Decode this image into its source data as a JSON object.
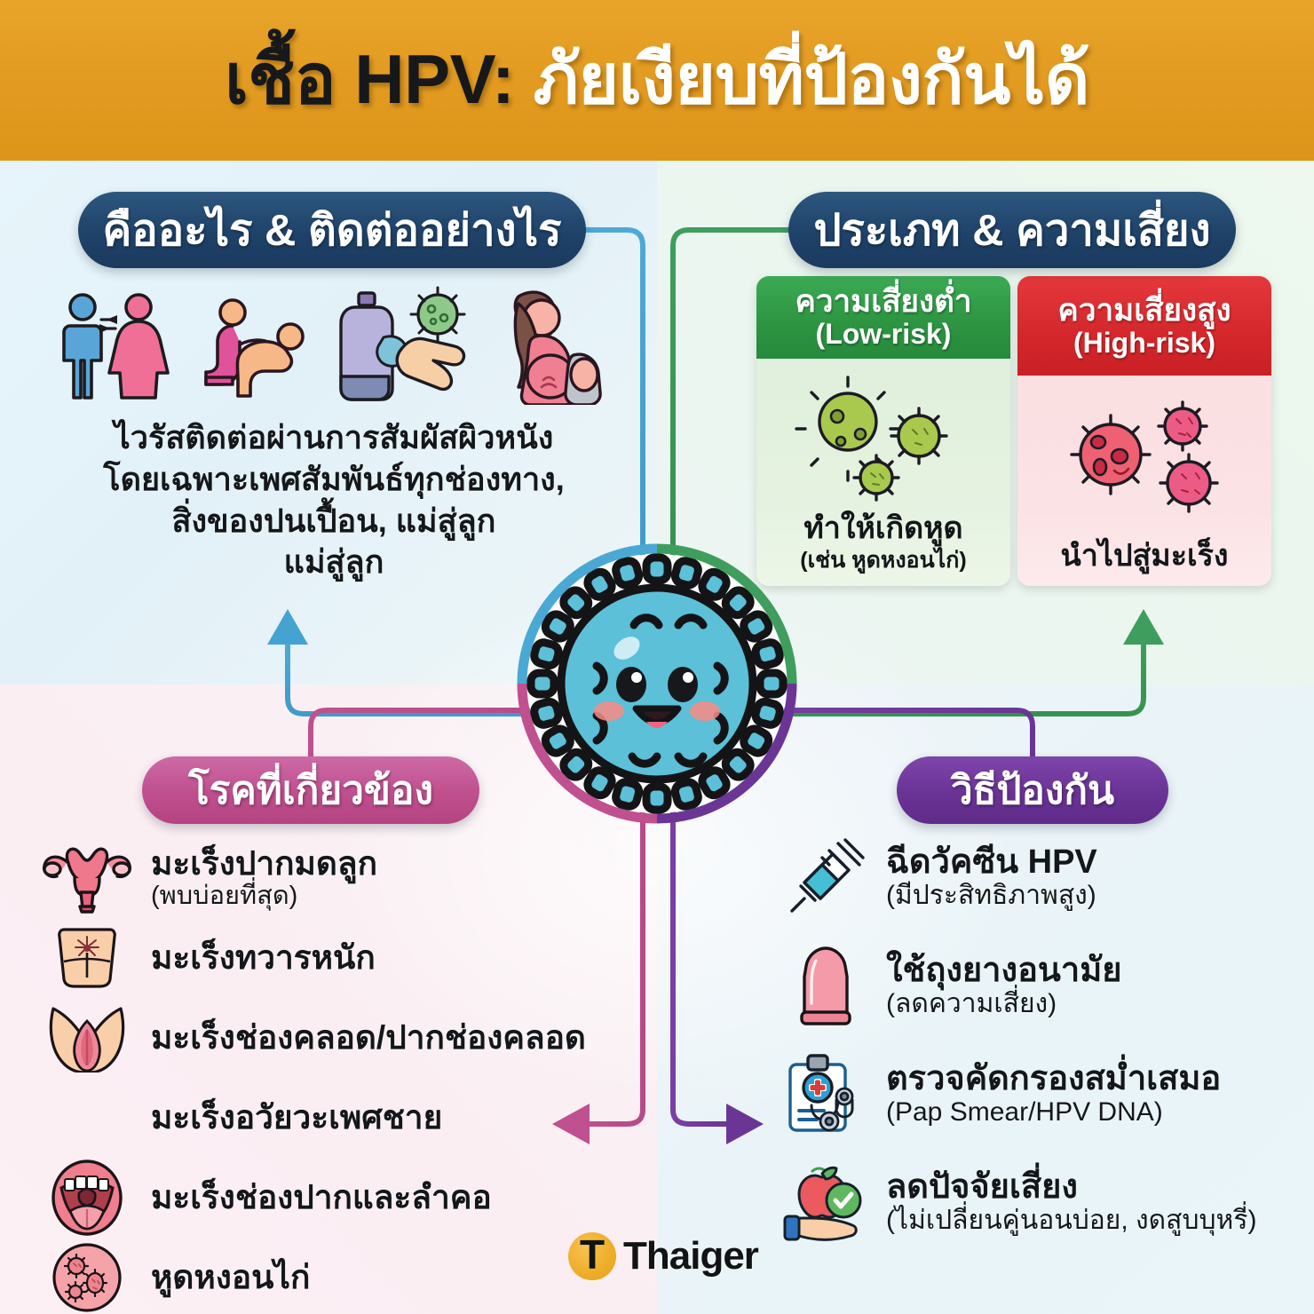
{
  "header": {
    "title_black": "เชื้อ HPV:",
    "title_white": "ภัยเงียบที่ป้องกันได้",
    "bg_color": "#e29a20"
  },
  "center": {
    "mascot": "hpv-virus-mascot",
    "ring_colors": [
      "#4aa8d4",
      "#3f9e5d",
      "#c0508f",
      "#6b3596"
    ]
  },
  "sections": {
    "transmission": {
      "pill_label": "คืออะไร & ติดต่ออย่างไร",
      "pill_color": "#1f4269",
      "icons": [
        "couple-transmission-icon",
        "sexual-contact-icon",
        "contaminated-object-hand-icon",
        "mother-to-child-icon"
      ],
      "body_lines": [
        "ไวรัสติดต่อผ่านการสัมผัสผิวหนัง",
        "โดยเฉพาะเพศสัมพันธ์ทุกช่องทาง,",
        "สิ่งของปนเปื้อน, แม่สู่ลูก",
        "แม่สู่ลูก"
      ]
    },
    "types_risk": {
      "pill_label": "ประเภท & ความเสี่ยง",
      "pill_color": "#1f4269",
      "cards": [
        {
          "title_th": "ความเสี่ยงต่ำ",
          "title_en": "(Low-risk)",
          "head_color": "#2c9441",
          "body_color": "#e2f1de",
          "germ_color": "#a8c94e",
          "caption_main": "ทำให้เกิดหูด",
          "caption_sub": "(เช่น หูดหงอนไก่)"
        },
        {
          "title_th": "ความเสี่ยงสูง",
          "title_en": "(High-risk)",
          "head_color": "#d4272b",
          "body_color": "#fbe2e4",
          "germ_color": "#e0556a",
          "caption_main": "นำไปสู่มะเร็ง",
          "caption_sub": ""
        }
      ]
    },
    "related_diseases": {
      "pill_label": "โรคที่เกี่ยวข้อง",
      "pill_color": "#bf4f8e",
      "items": [
        {
          "icon": "uterus-icon",
          "line1": "มะเร็งปากมดลูก",
          "line2": "(พบบ่อยที่สุด)"
        },
        {
          "icon": "anus-icon",
          "line1": "มะเร็งทวารหนัก",
          "line2": ""
        },
        {
          "icon": "vulva-icon",
          "line1": "มะเร็งช่องคลอด/ปากช่องคลอด",
          "line2": ""
        },
        {
          "icon": "penis-icon",
          "line1": "มะเร็งอวัยวะเพศชาย",
          "line2": ""
        },
        {
          "icon": "mouth-throat-icon",
          "line1": "มะเร็งช่องปากและลำคอ",
          "line2": ""
        },
        {
          "icon": "genital-wart-icon",
          "line1": "หูดหงอนไก่",
          "line2": ""
        }
      ]
    },
    "prevention": {
      "pill_label": "วิธีป้องกัน",
      "pill_color": "#6a3396",
      "items": [
        {
          "icon": "syringe-icon",
          "line1": "ฉีดวัคซีน HPV",
          "line2": "(มีประสิทธิภาพสูง)"
        },
        {
          "icon": "condom-icon",
          "line1": "ใช้ถุงยางอนามัย",
          "line2": "(ลดความเสี่ยง)"
        },
        {
          "icon": "clipboard-medical-icon",
          "line1": "ตรวจคัดกรองสม่ำเสมอ",
          "line2": "(Pap Smear/HPV DNA)"
        },
        {
          "icon": "healthy-hand-apple-icon",
          "line1": "ลดปัจจัยเสี่ยง",
          "line2": "(ไม่เปลี่ยนคู่นอนบ่อย, งดสูบบุหรี่)"
        }
      ]
    }
  },
  "logo": {
    "mark_letter": "T",
    "name": "Thaiger",
    "mark_color": "#eeac27"
  }
}
